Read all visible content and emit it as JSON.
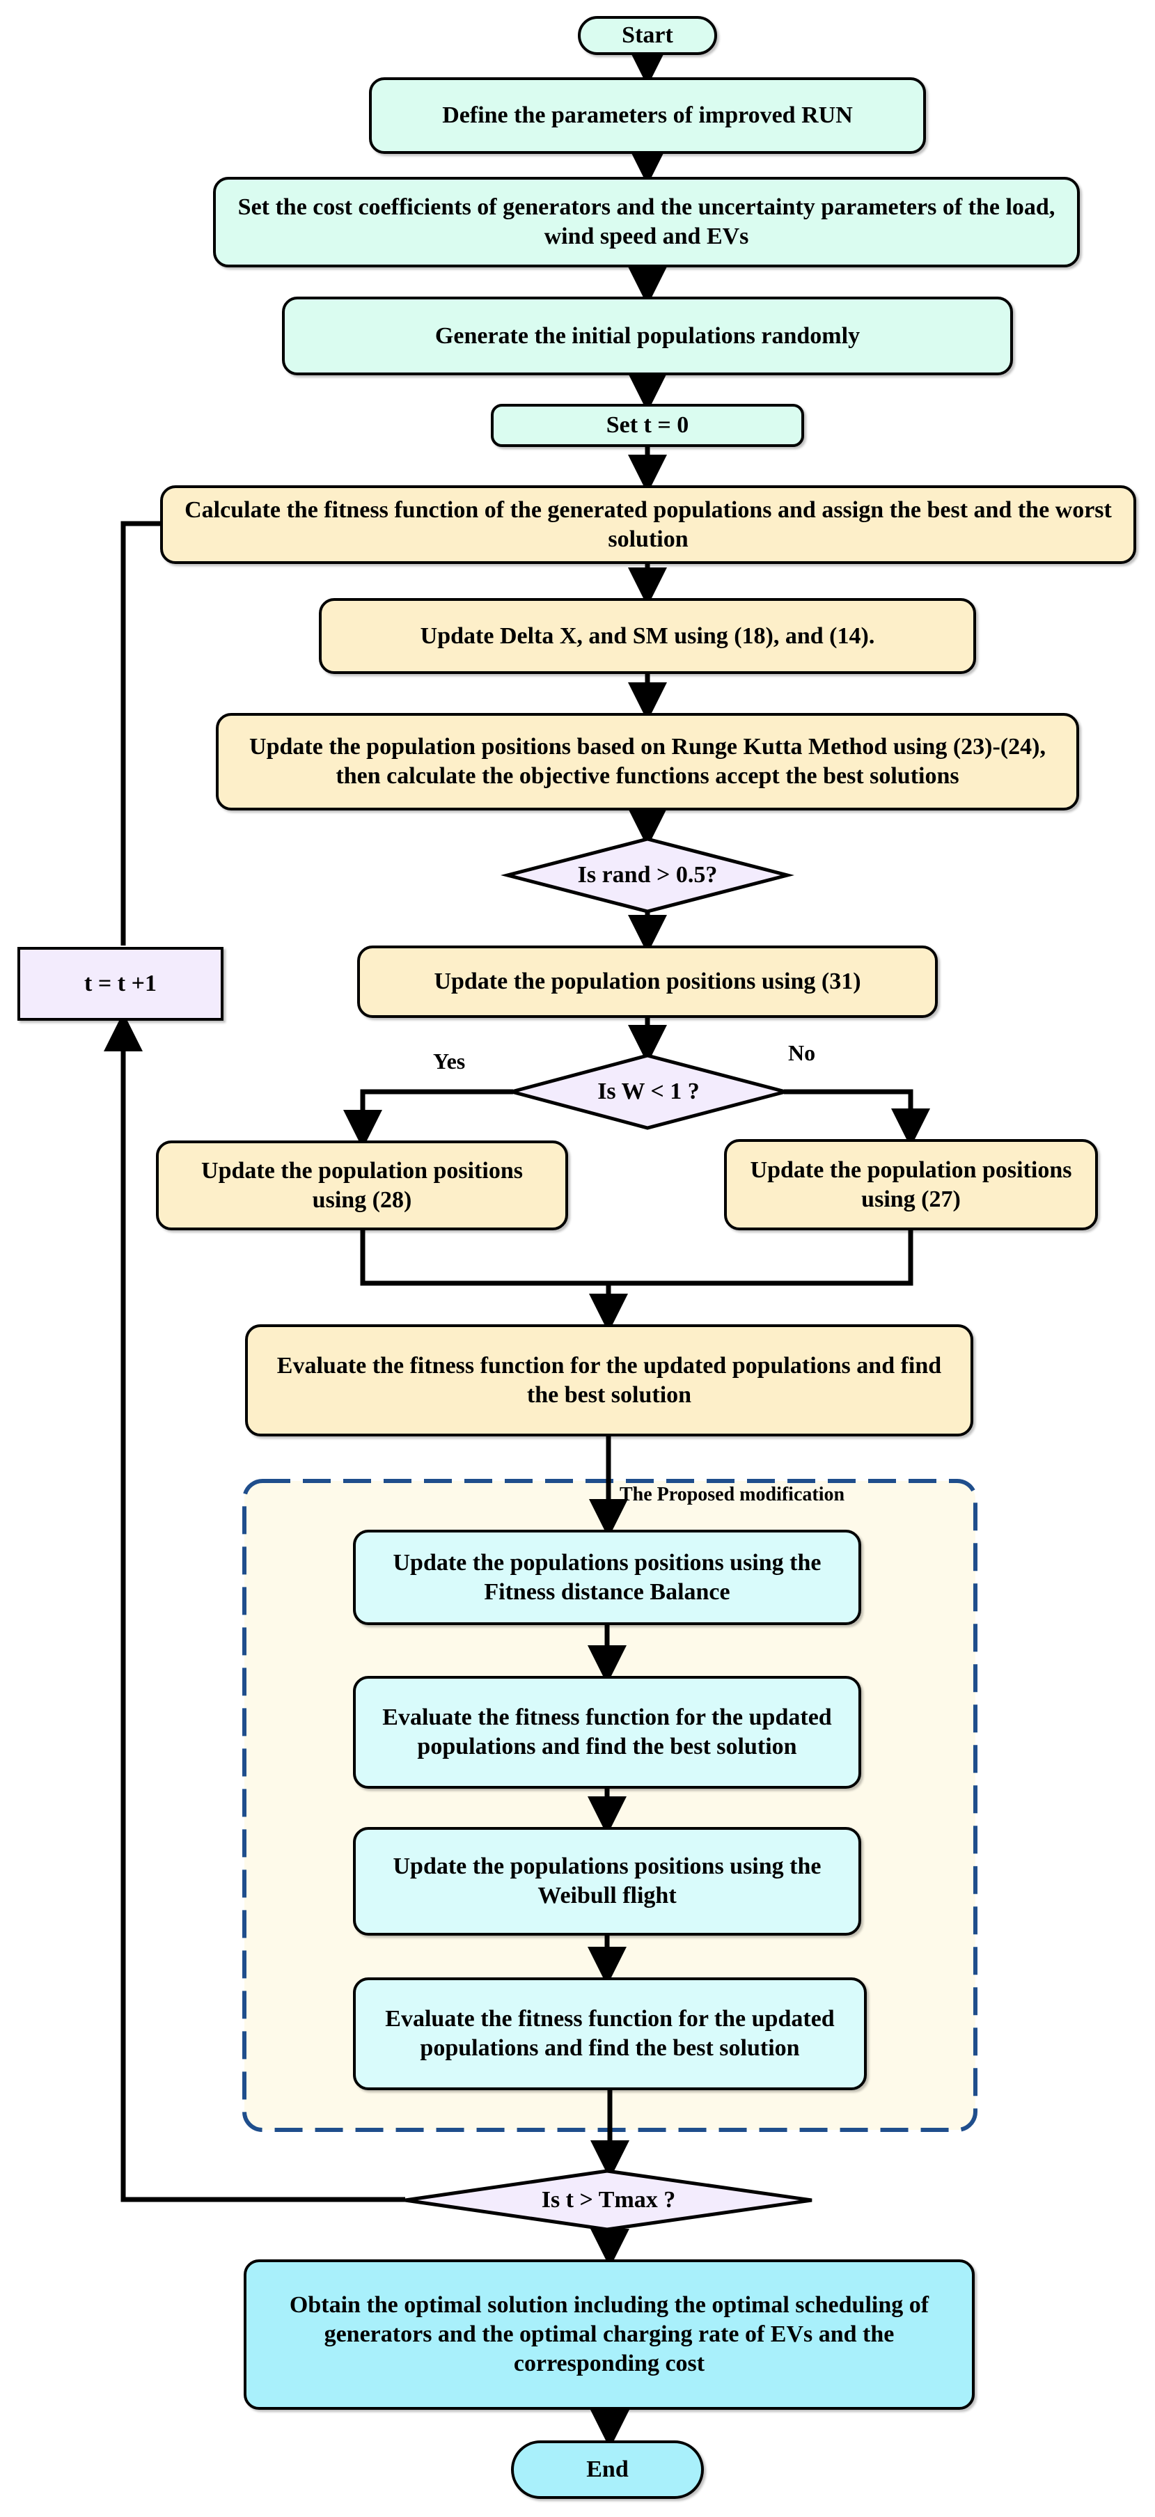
{
  "nodes": {
    "start": "Start",
    "define": "Define the parameters of improved RUN",
    "set_cost": "Set the cost coefficients  of generators and the uncertainty parameters of the load, wind speed and EVs",
    "generate": "Generate the initial populations randomly",
    "set_t": "Set t = 0",
    "calc_fitness": "Calculate the fitness function of the generated populations  and assign the best and the worst solution",
    "update_delta": "Update Delta X, and SM using (18),  and (14).",
    "update_rk": "Update the population positions based on Runge Kutta Method using (23)-(24), then calculate the objective functions accept the best solutions",
    "is_rand": "Is rand >  0.5?",
    "update_31": "Update the population positions using (31)",
    "is_w": "Is W <  1 ?",
    "update_28": "Update the population positions using (28)",
    "update_27": "Update the population positions using (27)",
    "evaluate_updated": "Evaluate  the fitness function for the updated populations and find the best solution",
    "fdb": "Update the populations positions using the Fitness distance Balance",
    "eval_mod1": "Evaluate  the fitness function for the updated populations and find the best solution",
    "weibull": "Update the populations positions using the Weibull flight",
    "eval_mod2": "Evaluate  the fitness function for the updated populations and find the best solution",
    "is_tmax": "Is t > Tmax ?",
    "obtain": "Obtain the optimal solution including the optimal scheduling  of generators and the optimal charging rate of EVs and the corresponding cost",
    "end": "End",
    "t_inc": "t = t +1"
  },
  "labels": {
    "yes": "Yes",
    "no": "No",
    "proposed_modification": "The Proposed modification"
  },
  "colors": {
    "mint": "#dafcf0",
    "cream": "#fdefc9",
    "cyan": "#d9fbfb",
    "light_blue": "#a9f0fb",
    "lavender": "#f3ecfd",
    "modification_border": "#1f4e8c",
    "modification_fill": "#fefaea"
  }
}
